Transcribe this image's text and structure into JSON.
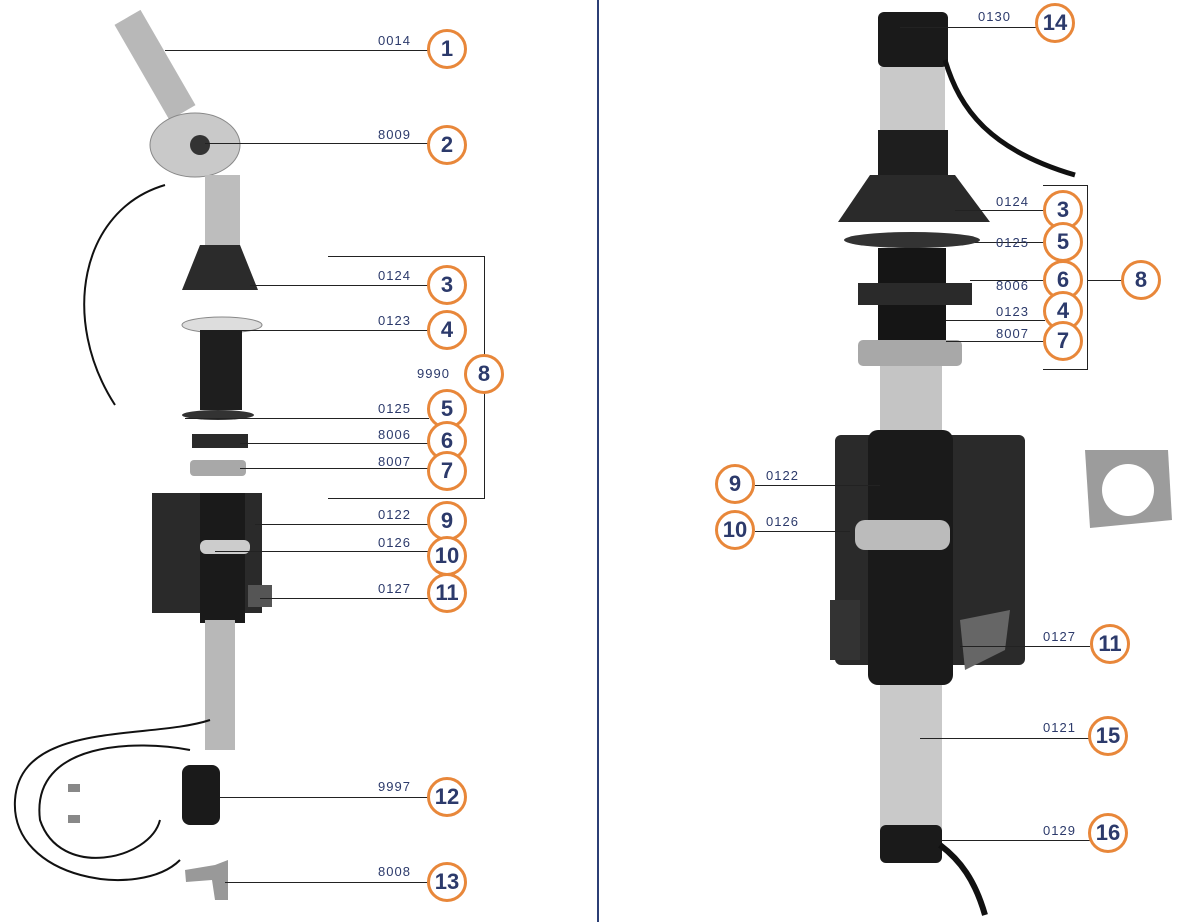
{
  "colors": {
    "accent": "#e8873a",
    "text": "#2c3a6b",
    "divider": "#2c3f75"
  },
  "left": [
    {
      "num": "1",
      "code": "0014"
    },
    {
      "num": "2",
      "code": "8009"
    },
    {
      "num": "3",
      "code": "0124"
    },
    {
      "num": "4",
      "code": "0123"
    },
    {
      "num": "8",
      "code": "9990"
    },
    {
      "num": "5",
      "code": "0125"
    },
    {
      "num": "6",
      "code": "8006"
    },
    {
      "num": "7",
      "code": "8007"
    },
    {
      "num": "9",
      "code": "0122"
    },
    {
      "num": "10",
      "code": "0126"
    },
    {
      "num": "11",
      "code": "0127"
    },
    {
      "num": "12",
      "code": "9997"
    },
    {
      "num": "13",
      "code": "8008"
    }
  ],
  "right": [
    {
      "num": "14",
      "code": "0130"
    },
    {
      "num": "3",
      "code": "0124"
    },
    {
      "num": "5",
      "code": "0125"
    },
    {
      "num": "6",
      "code": "8006"
    },
    {
      "num": "4",
      "code": "0123"
    },
    {
      "num": "7",
      "code": "8007"
    },
    {
      "num": "8",
      "code": ""
    },
    {
      "num": "9",
      "code": "0122"
    },
    {
      "num": "10",
      "code": "0126"
    },
    {
      "num": "11",
      "code": "0127"
    },
    {
      "num": "15",
      "code": "0121"
    },
    {
      "num": "16",
      "code": "0129"
    }
  ]
}
